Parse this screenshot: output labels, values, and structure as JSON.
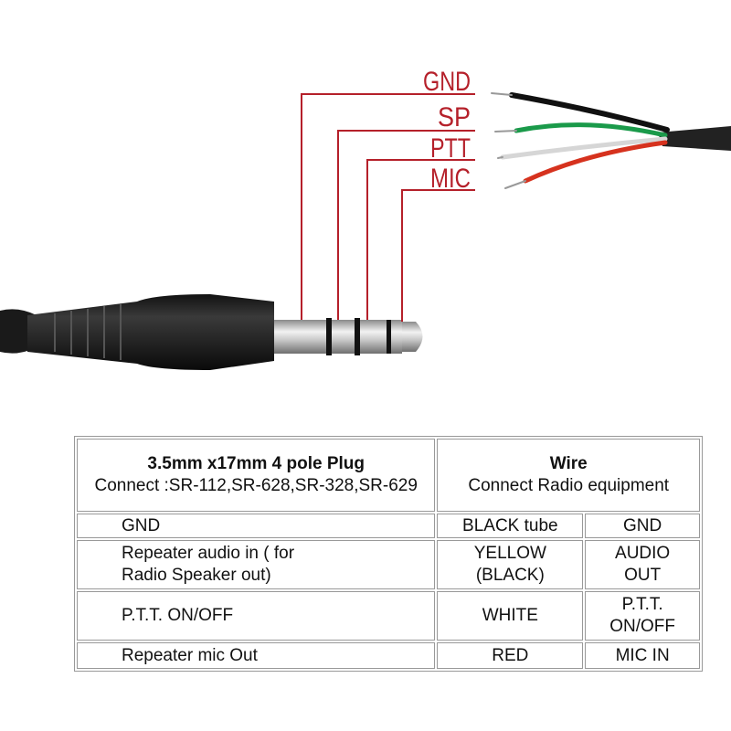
{
  "diagram": {
    "pin_labels": [
      "GND",
      "SP",
      "PTT",
      "MIC"
    ],
    "label_color": "#b5202a"
  },
  "table": {
    "header": {
      "plug_title": "3.5mm x17mm 4 pole Plug",
      "plug_subtitle": "Connect :SR-112,SR-628,SR-328,SR-629",
      "wire_title": "Wire",
      "wire_subtitle": "Connect Radio equipment"
    },
    "rows": [
      {
        "plug": "GND",
        "wire": "BLACK tube",
        "function": "GND"
      },
      {
        "plug": "Repeater audio in ( for Radio Speaker out)",
        "wire": "YELLOW (BLACK)",
        "function": "AUDIO OUT"
      },
      {
        "plug": "P.T.T. ON/OFF",
        "wire": "WHITE",
        "function": "P.T.T. ON/OFF"
      },
      {
        "plug": "Repeater mic Out",
        "wire": "RED",
        "function": "MIC IN"
      }
    ]
  }
}
